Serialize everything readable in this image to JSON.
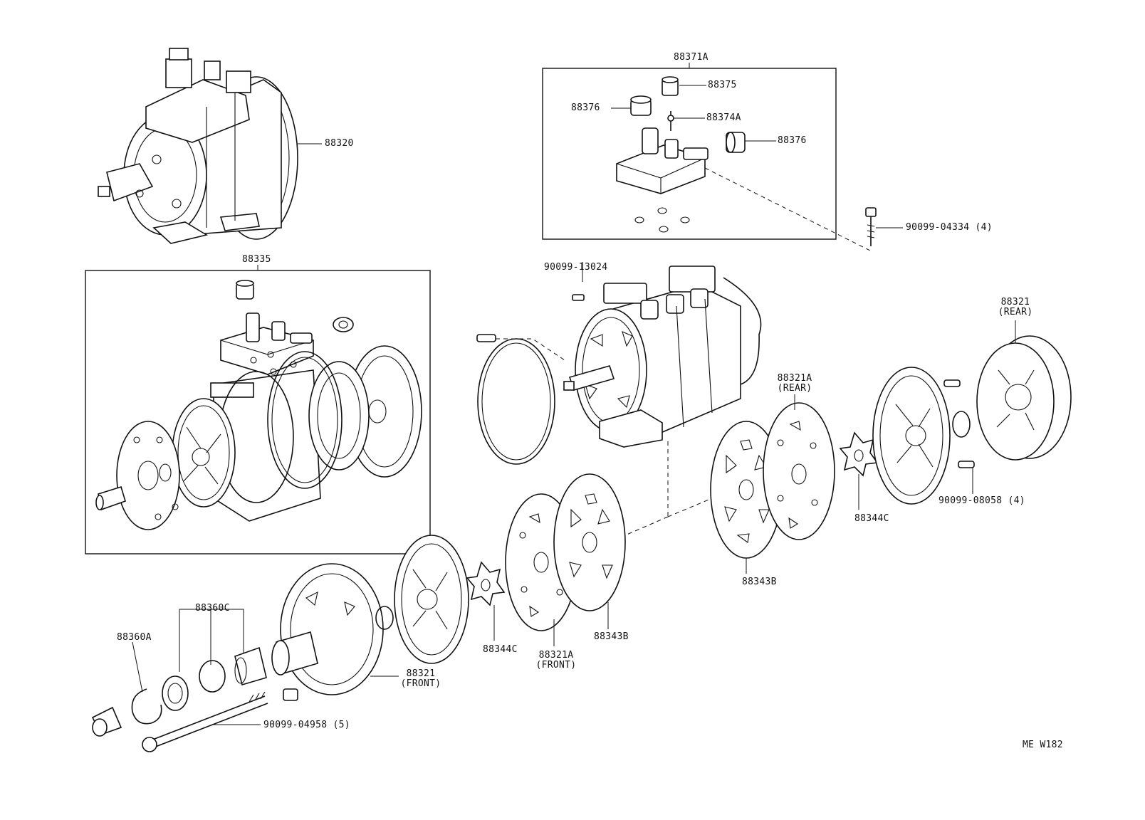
{
  "diagram_code": "ME W182",
  "labels": {
    "p88320": "88320",
    "p88371A": "88371A",
    "p88375": "88375",
    "p88376a": "88376",
    "p88374A": "88374A",
    "p88376b": "88376",
    "p90099_04334": "90099-04334 (4)",
    "p88335": "88335",
    "p90099_13024": "90099-13024",
    "p88321_rear": "88321",
    "p88321_rear_sub": "(REAR)",
    "p88321A_rear": "88321A",
    "p88321A_rear_sub": "(REAR)",
    "p88344C_right": "88344C",
    "p90099_08058": "90099-08058 (4)",
    "p88343B_right": "88343B",
    "p88360C": "88360C",
    "p88360A": "88360A",
    "p88321_front": "88321",
    "p88321_front_sub": "(FRONT)",
    "p88344C_left": "88344C",
    "p88321A_front": "88321A",
    "p88321A_front_sub": "(FRONT)",
    "p88343B_left": "88343B",
    "p90099_04958": "90099-04958 (5)"
  }
}
